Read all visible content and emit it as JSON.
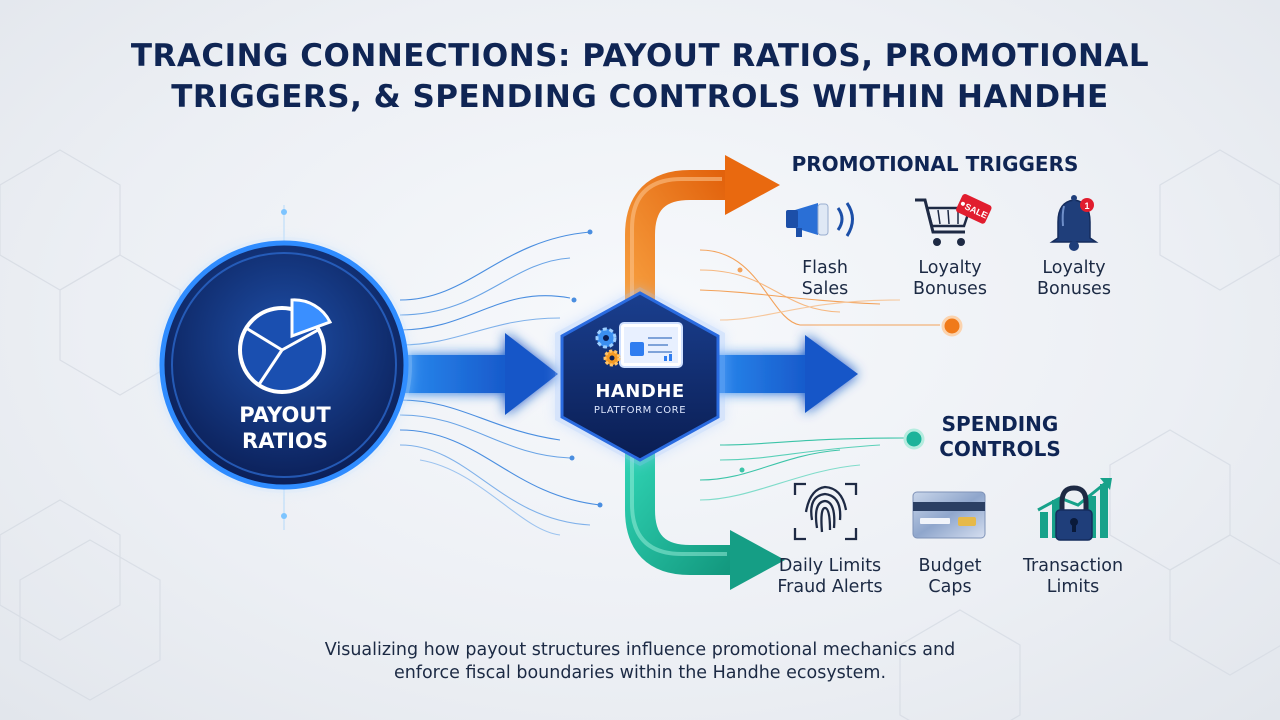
{
  "title": {
    "line1": "TRACING CONNECTIONS: PAYOUT RATIOS, PROMOTIONAL",
    "line2": "TRIGGERS, & SPENDING CONTROLS WITHIN HANDHE"
  },
  "payout_node": {
    "line1": "PAYOUT",
    "line2": "RATIOS",
    "icon": "pie-chart-icon"
  },
  "core_node": {
    "title": "HANDHE",
    "subtitle": "PLATFORM CORE",
    "icon": "dashboard-gears-icon"
  },
  "promotional_triggers": {
    "heading": "PROMOTIONAL TRIGGERS",
    "items": [
      {
        "line1": "Flash",
        "line2": "Sales",
        "icon": "megaphone-icon"
      },
      {
        "line1": "Loyalty",
        "line2": "Bonuses",
        "icon": "shopping-cart-sale-icon",
        "badge": "SALE"
      },
      {
        "line1": "Loyalty",
        "line2": "Bonuses",
        "icon": "notification-bell-icon",
        "badge": "1"
      }
    ]
  },
  "spending_controls": {
    "heading_line1": "SPENDING",
    "heading_line2": "CONTROLS",
    "items": [
      {
        "line1": "Daily Limits",
        "line2": "Fraud Alerts",
        "icon": "fingerprint-icon"
      },
      {
        "line1": "Budget",
        "line2": "Caps",
        "icon": "credit-card-icon"
      },
      {
        "line1": "Transaction",
        "line2": "Limits",
        "icon": "padlock-chart-icon"
      }
    ]
  },
  "caption": {
    "line1": "Visualizing how payout structures influence promotional mechanics and",
    "line2": "enforce fiscal boundaries within the Handhe ecosystem."
  },
  "colors": {
    "navy": "#0f2554",
    "blue": "#1565d8",
    "orange": "#f07a1a",
    "teal": "#1bb39a"
  }
}
